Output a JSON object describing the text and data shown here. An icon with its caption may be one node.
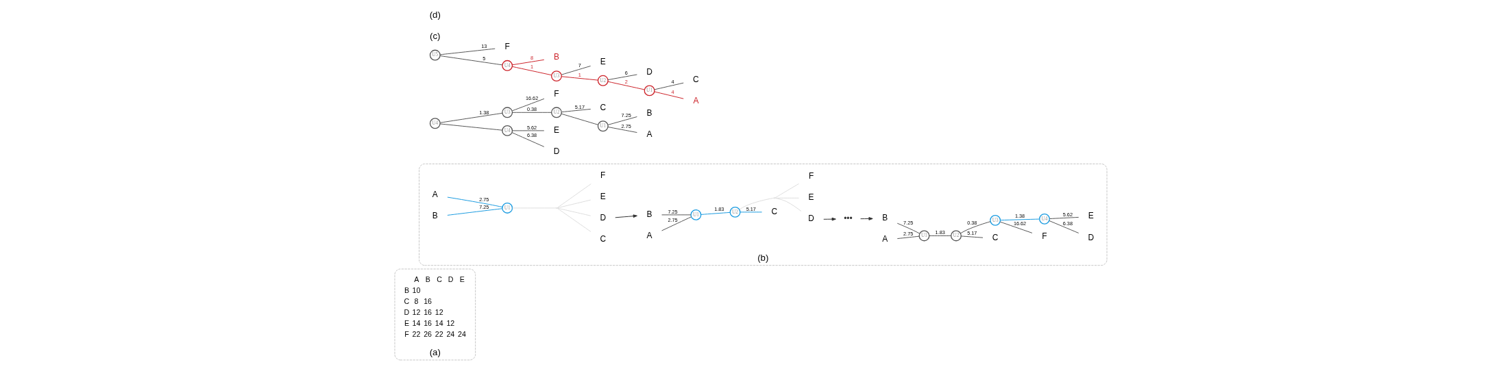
{
  "diagram": {
    "nodes": [
      {
        "text": [
          "(a)"
        ]
      },
      {
        "text": [
          "(b)"
        ]
      },
      {
        "text": [
          "A"
        ],
        "in": 1
      },
      {
        "text": [
          "B"
        ],
        "in": 1
      },
      {
        "text": [
          "C"
        ],
        "in": 1
      },
      {
        "text": [
          "D"
        ],
        "in": 1
      },
      {
        "text": [
          "E"
        ],
        "in": 1
      },
      {
        "text": [
          "F"
        ],
        "in": 1
      },
      {
        "text": [
          "U1"
        ],
        "in": 1
      },
      {
        "text": [],
        "shape": "point",
        "in": 1
      },
      {
        "text": [
          "A"
        ],
        "in": 1
      },
      {
        "text": [
          "B"
        ],
        "in": 1
      },
      {
        "text": [
          "C"
        ],
        "in": 1
      },
      {
        "text": [
          "D"
        ],
        "in": 1
      },
      {
        "text": [
          "E"
        ],
        "in": 1
      },
      {
        "text": [
          "F"
        ],
        "in": 1
      },
      {
        "text": [
          "U1"
        ],
        "in": 1
      },
      {
        "text": [
          "U2"
        ],
        "in": 1
      },
      {
        "text": [],
        "shape": "point",
        "in": 1
      },
      {
        "text": [
          "•••"
        ],
        "in": 1
      },
      {
        "text": [
          "A"
        ],
        "in": 1
      },
      {
        "text": [
          "B"
        ],
        "in": 1
      },
      {
        "text": [
          "C"
        ],
        "in": 1
      },
      {
        "text": [
          "D"
        ],
        "in": 1
      },
      {
        "text": [
          "E"
        ],
        "in": 1
      },
      {
        "text": [
          "F"
        ],
        "in": 1
      },
      {
        "text": [
          "U1"
        ],
        "in": 1
      },
      {
        "text": [
          "U2"
        ],
        "in": 1
      },
      {
        "text": [
          "U3"
        ],
        "in": 1
      },
      {
        "text": [
          "U4"
        ],
        "in": 1
      },
      {
        "text": [
          "F"
        ]
      },
      {
        "text": [
          "B"
        ]
      },
      {
        "text": [
          "A"
        ]
      },
      {
        "text": [
          "C"
        ]
      },
      {
        "text": [
          "E"
        ]
      },
      {
        "text": [
          "D"
        ]
      },
      {
        "text": [
          "U3"
        ]
      },
      {
        "text": [
          "U1"
        ]
      },
      {
        "text": [
          "U2"
        ]
      },
      {
        "text": [
          "U4"
        ]
      },
      {
        "text": [
          "U4"
        ]
      },
      {
        "text": [
          "C"
        ]
      },
      {
        "text": [
          "A"
        ]
      },
      {
        "text": [
          "D"
        ]
      },
      {
        "text": [
          "E"
        ]
      },
      {
        "text": [
          "B"
        ]
      },
      {
        "text": [
          "F"
        ]
      },
      {
        "text": [
          "U1"
        ]
      },
      {
        "text": [
          "U2"
        ]
      },
      {
        "text": [
          "U3"
        ]
      },
      {
        "text": [
          "U4"
        ]
      },
      {
        "text": [
          "U5"
        ]
      }
    ],
    "edges": [
      {
        "from": 2,
        "to": 8,
        "arrow": "none",
        "label": "2.75",
        "color": "#1a9be0"
      },
      {
        "from": 3,
        "to": 8,
        "arrow": "none",
        "label": "7.25",
        "color": "#1a9be0"
      },
      {
        "from": 8,
        "to": 9,
        "arrow": "none",
        "color": "#dddddd"
      },
      {
        "from": 9,
        "to": 4,
        "arrow": "none",
        "color": "#dddddd"
      },
      {
        "from": 9,
        "to": 6,
        "arrow": "none",
        "color": "#dddddd"
      },
      {
        "from": 9,
        "to": 5,
        "arrow": "none",
        "color": "#dddddd"
      },
      {
        "from": 9,
        "to": 7,
        "arrow": "none",
        "color": "#dddddd"
      },
      {
        "from": 5,
        "to": 11,
        "arrow": "to",
        "color": "#333333"
      },
      {
        "from": 10,
        "to": 16,
        "arrow": "none",
        "label": "2.75"
      },
      {
        "from": 11,
        "to": 16,
        "arrow": "none",
        "label": "7.25"
      },
      {
        "from": 16,
        "to": 17,
        "arrow": "none",
        "label": "1.83",
        "color": "#1a9be0"
      },
      {
        "from": 17,
        "to": 12,
        "arrow": "none",
        "label": "5.17",
        "color": "#1a9be0"
      },
      {
        "from": 17,
        "to": 18,
        "arrow": "none",
        "color": "#dddddd"
      },
      {
        "from": 18,
        "to": 14,
        "arrow": "none",
        "color": "#dddddd"
      },
      {
        "from": 18,
        "to": 13,
        "arrow": "none",
        "color": "#dddddd"
      },
      {
        "from": 18,
        "to": 15,
        "arrow": "none",
        "color": "#dddddd"
      },
      {
        "from": 13,
        "to": 19,
        "arrow": "to",
        "color": "#333333"
      },
      {
        "from": 19,
        "to": 21,
        "arrow": "to",
        "color": "#333333"
      },
      {
        "from": 20,
        "to": 26,
        "arrow": "none",
        "label": "2.75"
      },
      {
        "from": 21,
        "to": 26,
        "arrow": "none",
        "label": "7.25"
      },
      {
        "from": 26,
        "to": 27,
        "arrow": "none",
        "label": "1.83"
      },
      {
        "from": 27,
        "to": 22,
        "arrow": "none",
        "label": "5.17"
      },
      {
        "from": 27,
        "to": 28,
        "arrow": "none",
        "label": "0.38"
      },
      {
        "from": 28,
        "to": 29,
        "arrow": "none",
        "label": "1.38",
        "color": "#1a9be0"
      },
      {
        "from": 28,
        "to": 25,
        "arrow": "none",
        "label": "16.62"
      },
      {
        "from": 29,
        "to": 24,
        "arrow": "none",
        "label": "5.62"
      },
      {
        "from": 29,
        "to": 23,
        "arrow": "none",
        "label": "6.38"
      },
      {
        "from": 39,
        "to": 36,
        "arrow": "none",
        "label": "1.38"
      },
      {
        "from": 39,
        "to": 40,
        "arrow": "none"
      },
      {
        "from": 36,
        "to": 30,
        "arrow": "none",
        "label": "16.62"
      },
      {
        "from": 36,
        "to": 38,
        "arrow": "none",
        "label": "0.38"
      },
      {
        "from": 38,
        "to": 37,
        "arrow": "none"
      },
      {
        "from": 38,
        "to": 33,
        "arrow": "none",
        "label": "5.17"
      },
      {
        "from": 37,
        "to": 31,
        "arrow": "none",
        "label": "7.25"
      },
      {
        "from": 37,
        "to": 32,
        "arrow": "none",
        "label": "2.75"
      },
      {
        "from": 40,
        "to": 34,
        "arrow": "none",
        "label": "5.62"
      },
      {
        "from": 40,
        "to": 35,
        "arrow": "none",
        "label": "6.38"
      },
      {
        "from": 51,
        "to": 50,
        "arrow": "none",
        "label": "5"
      },
      {
        "from": 51,
        "to": 46,
        "arrow": "none",
        "label": "13"
      },
      {
        "from": 50,
        "to": 49,
        "arrow": "none",
        "label": "1",
        "color": "#cc2229"
      },
      {
        "from": 50,
        "to": 45,
        "arrow": "none",
        "label": "8",
        "color": "#cc2229"
      },
      {
        "from": 49,
        "to": 48,
        "arrow": "none",
        "label": "1",
        "color": "#cc2229"
      },
      {
        "from": 49,
        "to": 44,
        "arrow": "none",
        "label": "7"
      },
      {
        "from": 48,
        "to": 47,
        "arrow": "none",
        "label": "2",
        "color": "#cc2229"
      },
      {
        "from": 48,
        "to": 43,
        "arrow": "none",
        "label": "6"
      },
      {
        "from": 47,
        "to": 41,
        "arrow": "none",
        "label": "4"
      },
      {
        "from": 47,
        "to": 42,
        "arrow": "none",
        "label": "4",
        "color": "#cc2229"
      }
    ],
    "labels": [
      "A",
      "B",
      "C",
      "D",
      "E",
      "B",
      "10",
      "C",
      "8",
      "16",
      "D",
      "12",
      "16",
      "12",
      "E",
      "14",
      "16",
      "14",
      "12",
      "F",
      "22",
      "26",
      "22",
      "24",
      "24",
      "(c)",
      "(d)"
    ]
  }
}
